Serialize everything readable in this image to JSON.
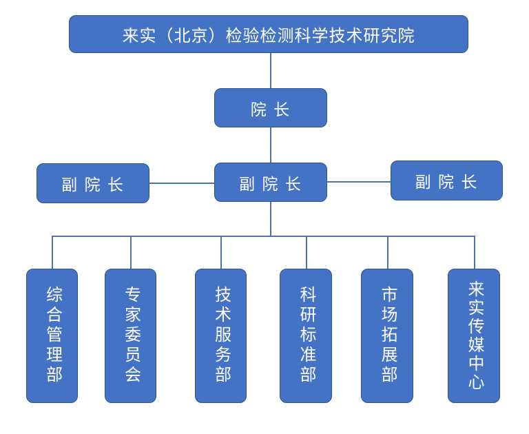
{
  "org_chart": {
    "type": "org-chart",
    "root": "来实（北京）检验检测科学技术研究院",
    "president": "院 长",
    "vice_presidents": [
      "副 院 长",
      "副 院 长",
      "副 院 长"
    ],
    "departments": [
      "综合管理部",
      "专家委员会",
      "技术服务部",
      "科研标准部",
      "市场拓展部",
      "来实传媒中心"
    ],
    "colors": {
      "box_fill": "#4472c4",
      "box_border": "#2f528f",
      "line": "#4d74ae",
      "text": "#ffffff"
    }
  }
}
